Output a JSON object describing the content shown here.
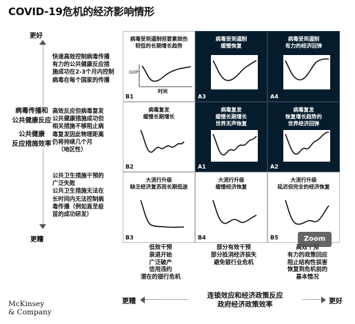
{
  "title": "COVID-19危机的经济影响情形",
  "y_axis": {
    "top": "更好",
    "bottom": "更糟",
    "label_line1": "病毒传播和",
    "label_line2": "公共健康反应",
    "label_line3": "公共健康",
    "label_line4": "反应措施效率"
  },
  "row_descriptions": [
    [
      "快速高效控制病毒传播",
      "有力的公共健康反应措",
      "施成功在2-3个月内控制",
      "病毒在每个国家的传播"
    ],
    [
      "高效反应但病毒复发",
      "公共健康措施成功但",
      "相关措施不够阻止病",
      "毒复发因此物理距离",
      "仍将持续几个月",
      "（地区性）"
    ],
    [
      "公共卫生措施干预的",
      "广泛失败",
      "公共卫生措施无法在",
      "长时间内无法控制病",
      "毒传播（例如直至疫",
      "苗的成功研发）"
    ]
  ],
  "cells": [
    {
      "id": "B1",
      "title": [
        "病毒受到遏制但要素损伤",
        "较低的长期增长趋势"
      ],
      "dark": false
    },
    {
      "id": "A3",
      "title": [
        "病毒受到遏制",
        "缓慢恢复"
      ],
      "dark": true
    },
    {
      "id": "A4",
      "title": [
        "病毒受到遏制",
        "有力的经济回弹"
      ],
      "dark": true
    },
    {
      "id": "B2",
      "title": [
        "病毒复发",
        "缓慢长期增长"
      ],
      "dark": false
    },
    {
      "id": "A1",
      "title": [
        "病毒复发",
        "缓慢长期增长",
        "世界无声恢复"
      ],
      "dark": true
    },
    {
      "id": "A2",
      "title": [
        "病毒复发",
        "恢复增长趋势的",
        "世界经济回弹"
      ],
      "dark": true
    },
    {
      "id": "B3",
      "title": [
        "大流行升级",
        "缺乏经济复苏而长期低迷"
      ],
      "dark": false
    },
    {
      "id": "B4",
      "title": [
        "大流行升级",
        "缓慢经济恢复"
      ],
      "dark": false
    },
    {
      "id": "B5",
      "title": [
        "大流行升级",
        "延迟但完全的经济恢复"
      ],
      "dark": false
    }
  ],
  "b1_axis": {
    "y": "GDP",
    "x": "时间"
  },
  "col_descriptions": [
    [
      "低效干预",
      "衰退开始",
      "广泛破产",
      "信用违约",
      "潜在的银行危机"
    ],
    [
      "部分有效干预",
      "部分抵消经济损失",
      "避免银行业危机"
    ],
    [
      "高效干预",
      "有力的政策回应",
      "阻止结构性损害",
      "恢复到危机前的",
      "基本情况"
    ]
  ],
  "x_axis": {
    "left": "更糟",
    "right": "更好",
    "label_line1": "连锁效应和经济政策反应",
    "label_line2": "政府经济政策效率"
  },
  "zoom_label": "Zoom",
  "logo": {
    "line1": "McKinsey",
    "line2": "& Company"
  },
  "colors": {
    "dark_cell": "#051c2c",
    "light_cell": "#ffffff",
    "curve": "#111111"
  }
}
